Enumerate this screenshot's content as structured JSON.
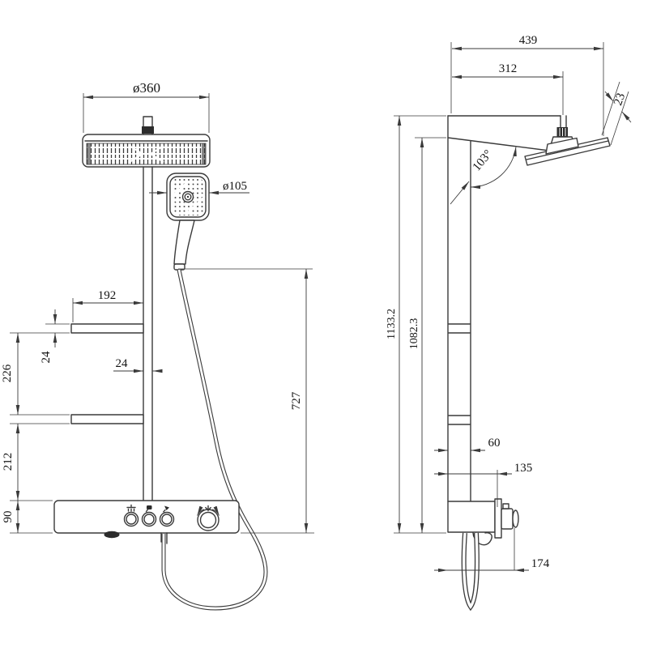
{
  "drawing": {
    "title": "shower-system-dimension-drawing",
    "colors": {
      "background": "#ffffff",
      "line": "#3a3a3a",
      "text": "#141414"
    }
  },
  "dimensions": {
    "front": {
      "head_diameter": "ø360",
      "hand_shower_diameter": "ø105",
      "shelf_length": "192",
      "shelf_thickness": "24",
      "column_width": "24",
      "shelf_spacing": "226",
      "shelf_to_panel": "212",
      "panel_height": "90",
      "hose_drop_height": "727"
    },
    "side": {
      "total_reach": "439",
      "head_offset": "312",
      "head_thickness": "23",
      "arm_angle": "103°",
      "overall_height": "1133.2",
      "underarm_height": "1082.3",
      "column_depth": "60",
      "valve_center_offset": "135",
      "valve_reach": "174"
    }
  },
  "panel": {
    "buttons": [
      {
        "icon": "overhead-spray-mode-icon"
      },
      {
        "icon": "hand-shower-mode-icon"
      },
      {
        "icon": "spout-mode-icon"
      }
    ],
    "knob_icon": "temperature-knob"
  }
}
